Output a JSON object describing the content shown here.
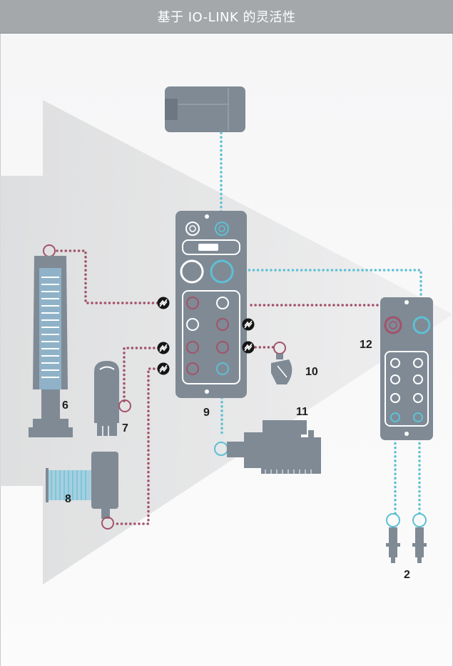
{
  "title": "基于 IO-LINK 的灵活性",
  "labels": {
    "n2": "2",
    "n6": "6",
    "n7": "7",
    "n8": "8",
    "n9": "9",
    "n10": "10",
    "n11": "11",
    "n12": "12"
  },
  "colors": {
    "header": "#a4a8ab",
    "device": "#7f8a95",
    "io_link": "#a2536a",
    "standard": "#5ec0d4",
    "arrow": "#e3e3e4"
  }
}
